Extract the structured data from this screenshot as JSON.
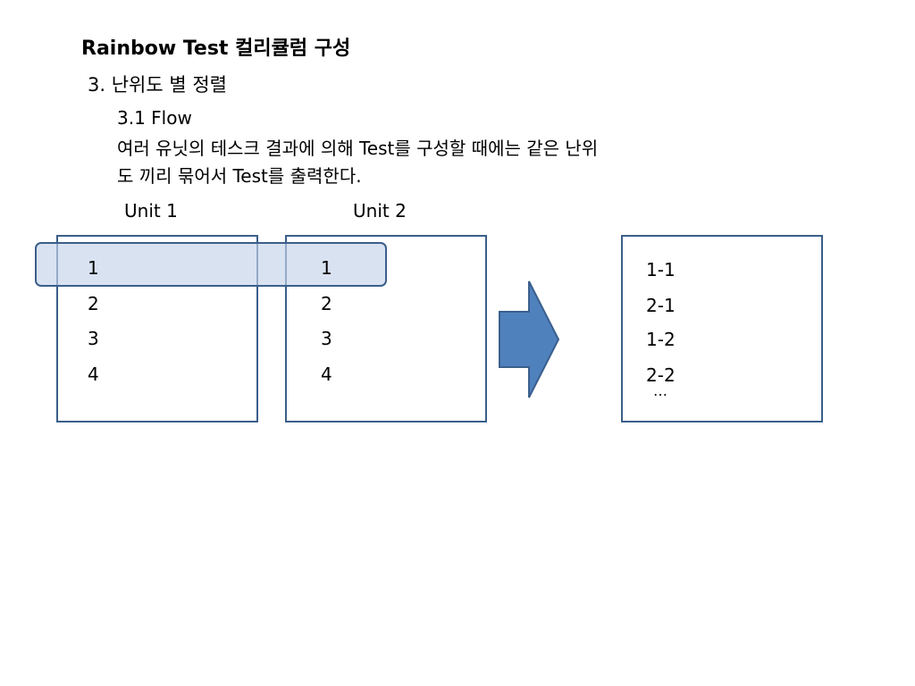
{
  "slide": {
    "title": "Rainbow Test 컬리큘럼 구성",
    "section": "3. 난위도 별 정렬",
    "subsection": "3.1 Flow",
    "description_line1": "여러 유닛의 테스크 결과에 의해 Test를 구성할 때에는 같은 난위",
    "description_line2": "도 끼리 묶어서 Test를 출력한다."
  },
  "diagram": {
    "unit1_label": "Unit 1",
    "unit2_label": "Unit 2",
    "unit1_items": [
      "1",
      "2",
      "3",
      "4"
    ],
    "unit2_items": [
      "1",
      "2",
      "3",
      "4"
    ],
    "output_items": [
      "1-1",
      "2-1",
      "1-2",
      "2-2"
    ],
    "output_more": "…",
    "highlighted_row": "1",
    "colors": {
      "box_border": "#3b5f8a",
      "highlight_fill": "#c4d3e9",
      "arrow_fill": "#4f81bd",
      "arrow_border": "#3a5f8c"
    }
  }
}
